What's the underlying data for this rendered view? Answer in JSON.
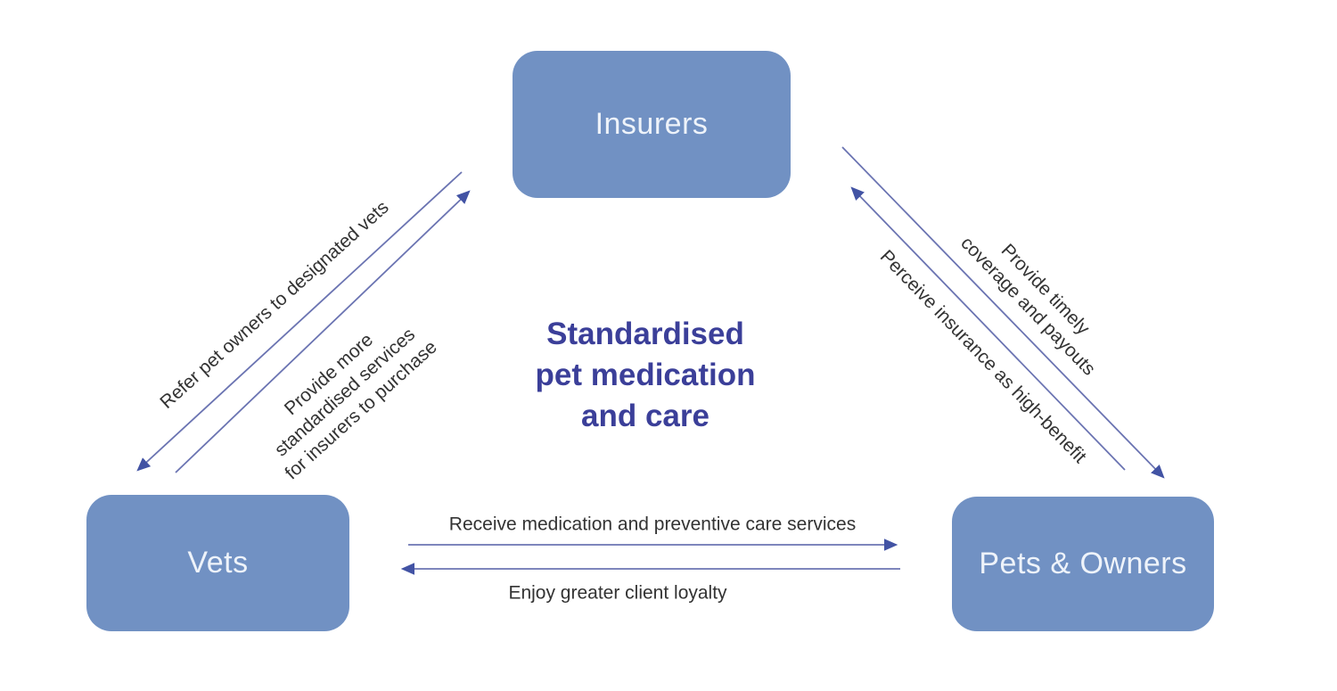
{
  "diagram": {
    "center_title": {
      "lines": [
        "Standardised",
        "pet medication",
        "and care"
      ]
    },
    "nodes": {
      "insurers": {
        "label": "Insurers"
      },
      "vets": {
        "label": "Vets"
      },
      "pets_owners": {
        "label": "Pets & Owners"
      }
    },
    "arrows": {
      "insurers_to_vets": {
        "from": "Insurers",
        "to": "Vets",
        "label": "Refer pet owners to designated vets"
      },
      "vets_to_insurers": {
        "from": "Vets",
        "to": "Insurers",
        "lines": [
          "Provide more",
          "standardised services",
          "for insurers to purchase"
        ]
      },
      "insurers_to_pets_owners": {
        "from": "Insurers",
        "to": "Pets & Owners",
        "lines": [
          "Provide timely",
          "coverage and payouts"
        ]
      },
      "pets_owners_to_insurers": {
        "from": "Pets & Owners",
        "to": "Insurers",
        "label": "Perceive insurance as high-benefit"
      },
      "vets_to_pets_owners": {
        "from": "Vets",
        "to": "Pets & Owners",
        "label": "Receive medication and preventive care services"
      },
      "pets_owners_to_vets": {
        "from": "Pets & Owners",
        "to": "Vets",
        "label": "Enjoy greater client loyalty"
      }
    }
  },
  "colors": {
    "node_fill": "#7191c3",
    "node_text": "#eef3fa",
    "title_text": "#3b3f99",
    "arrow_line": "#6b74b2",
    "arrow_head": "#4253a4",
    "label_text": "#333333",
    "bg": "#ffffff"
  }
}
